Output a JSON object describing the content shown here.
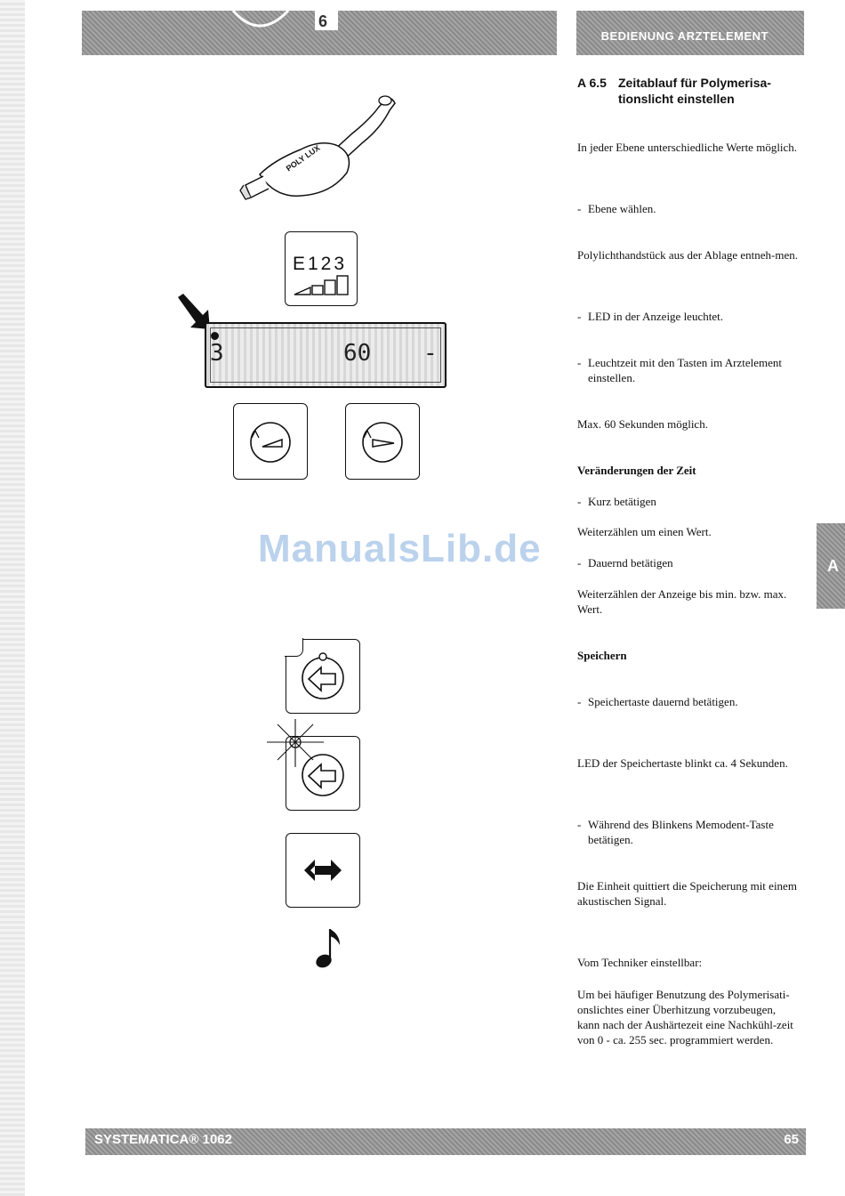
{
  "header": {
    "title": "Bedienung Arztelement"
  },
  "section": {
    "number": "A 6.5",
    "title_line1": "Zeitablauf für Polymerisa-",
    "title_line2": "tionslicht einstellen"
  },
  "paragraphs": [
    {
      "id": "p1",
      "kind": "text",
      "text": "In jeder Ebene unterschiedliche Werte möglich."
    },
    {
      "id": "p2",
      "kind": "bullet",
      "text": "Ebene wählen."
    },
    {
      "id": "p3",
      "kind": "text",
      "text": "Polylichthandstück aus der Ablage entneh-men."
    },
    {
      "id": "p4",
      "kind": "bullet",
      "text": "LED in der Anzeige leuchtet."
    },
    {
      "id": "p5",
      "kind": "bullet",
      "text": "Leuchtzeit mit den Tasten im Arztelement einstellen."
    },
    {
      "id": "p6",
      "kind": "text",
      "text": "Max. 60 Sekunden möglich."
    },
    {
      "id": "p7",
      "kind": "bold",
      "text": "Veränderungen der Zeit"
    },
    {
      "id": "p8",
      "kind": "bullet",
      "text": "Kurz betätigen"
    },
    {
      "id": "p9",
      "kind": "text",
      "text": "Weiterzählen um einen Wert."
    },
    {
      "id": "p10",
      "kind": "bullet",
      "text": "Dauernd betätigen"
    },
    {
      "id": "p11",
      "kind": "text",
      "text": "Weiterzählen der Anzeige bis min. bzw. max. Wert."
    },
    {
      "id": "p12",
      "kind": "bold",
      "text": "Speichern"
    },
    {
      "id": "p13",
      "kind": "bullet",
      "text": "Speichertaste dauernd betätigen."
    },
    {
      "id": "p14",
      "kind": "text",
      "text": "LED der Speichertaste blinkt ca. 4 Sekunden."
    },
    {
      "id": "p15",
      "kind": "bullet",
      "text": "Während des Blinkens Memodent-Taste betätigen."
    },
    {
      "id": "p16",
      "kind": "text",
      "text": "Die Einheit quittiert die Speicherung mit einem akustischen Signal."
    },
    {
      "id": "p17",
      "kind": "text",
      "text": "Vom Techniker einstellbar:"
    },
    {
      "id": "p18",
      "kind": "text",
      "text": "Um bei häufiger Benutzung des Polymerisati-onslichtes einer Überhitzung vorzubeugen, kann nach der Aushärtezeit eine Nachkühl-zeit von 0 - ca. 255 sec. programmiert werden."
    }
  ],
  "illustrations": {
    "handpiece_text": "POLY LUX",
    "level_key_label": "E123",
    "lcd_left": "3",
    "lcd_value": "60",
    "lcd_right": "-"
  },
  "watermark": "ManualsLib.de",
  "side_tab": "A",
  "footer": {
    "brand": "SYSTEMATICA® 1062",
    "page_number": "65"
  },
  "icons": [
    "arrow-pointer-icon",
    "decrease-icon",
    "increase-icon",
    "memory-arrow-icon",
    "memodent-icon",
    "note-icon"
  ]
}
